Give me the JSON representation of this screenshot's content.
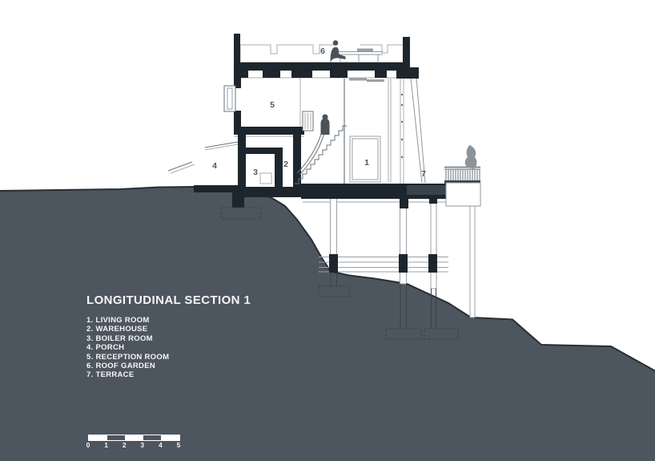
{
  "title": "LONGITUDINAL SECTION 1",
  "legend": {
    "items": [
      {
        "text": "1. LIVING ROOM"
      },
      {
        "text": "2. WAREHOUSE"
      },
      {
        "text": "3. BOILER ROOM"
      },
      {
        "text": "4. PORCH"
      },
      {
        "text": "5. RECEPTION ROOM"
      },
      {
        "text": "6. ROOF GARDEN"
      },
      {
        "text": "7. TERRACE"
      }
    ]
  },
  "rooms": {
    "living_room": "1",
    "warehouse": "2",
    "boiler_room": "3",
    "porch": "4",
    "reception_room": "5",
    "roof_garden": "6",
    "terrace": "7"
  },
  "scale_bar": {
    "ticks": [
      "0",
      "1",
      "2",
      "3",
      "4",
      "5"
    ]
  },
  "colors": {
    "ink": "#1d262d",
    "terrain": "#4d555e",
    "terrain_edge": "#272e35",
    "line_light": "#a7adb2",
    "line_mid": "#6b737a",
    "silhouette": "#4a525a",
    "plant": "#8c9399",
    "label_text": "#4e5760",
    "legend_text": "#f4f6f7"
  }
}
